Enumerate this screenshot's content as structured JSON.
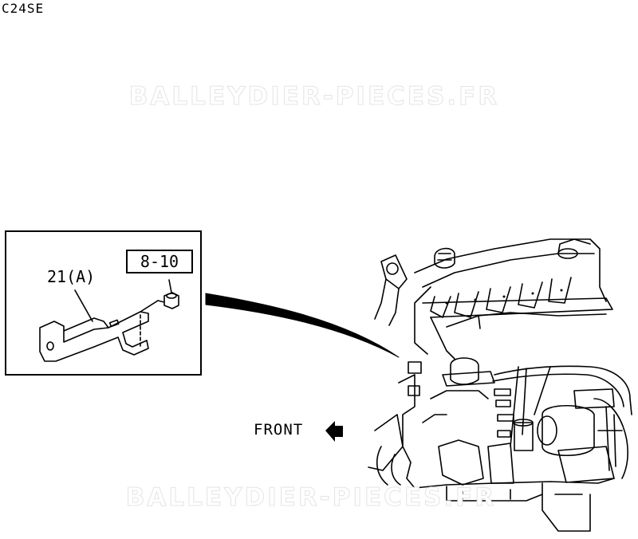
{
  "header": {
    "code": "C24SE"
  },
  "watermark": {
    "text": "BALLEYDIER-PIECES.FR"
  },
  "inset": {
    "part_label": "21(A)",
    "ref_label": "8-10"
  },
  "direction": {
    "label": "FRONT",
    "icon": "arrow-left-icon"
  }
}
